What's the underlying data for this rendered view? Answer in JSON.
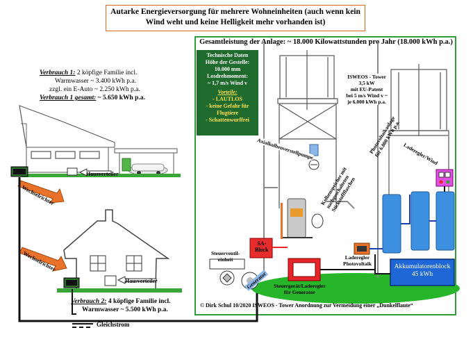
{
  "title": {
    "line1": "Autarke Energieversorgung für mehrere Wohneinheiten (auch wenn kein",
    "line2": "Wind weht und keine Helligkeit mehr vorhanden ist)"
  },
  "gesamtleistung": "Gesamtleistung der Anlage:  ~ 18.000 Kilowattstunden pro Jahr (18.000 kWh p.a.)",
  "tech": {
    "lines": [
      "Technische Daten",
      "Höhe der Gestelle:",
      "10.000 mm",
      "Losdrehmoment:",
      "~ 1,7 m/s Wind v"
    ],
    "vorteile_title": "Vorteile:",
    "vorteile": [
      "- LAUTLOS",
      "- keine Gefahr für",
      "Flugtiere",
      "- Schattenwurffrei"
    ]
  },
  "verbrauch1": {
    "label": "Verbrauch 1:",
    "text1": " 2 köpfige Familie incl.",
    "text2": "Warmwasser ~ 3.400 kWh p.a.",
    "text3": "zzgl. ein E-Auto ~ 2.250 kWh p.a.",
    "gesamt_label": "Verbrauch 1 gesamt:",
    "gesamt_value": " ~ 5.650 kWh p.a."
  },
  "verbrauch2": {
    "label": "Verbrauch 2:",
    "text1": " 4 köpfige Familie incl.",
    "text2": "Warmwasser ~ 5.500 kWh p.a."
  },
  "labels": {
    "hausverteiler1": "Hausverteiler",
    "hausverteiler2": "Hausverteiler",
    "wechselrichter1": "Wechselrichter",
    "wechselrichter2": "Wechselrichter",
    "isweos": [
      "ISWEOS - Tower",
      "3,5 kW",
      "mit EU-Patent",
      "bei 5 m/s Wind v ~",
      "je 6.000 kWh p.a."
    ],
    "axialkolben": "Axialkolbenverstellpumpe",
    "kolbenspeicher": [
      "Kolbenspeicher mit",
      "nachgeschalteten",
      "Stickstoffflaschen"
    ],
    "photovoltaik": [
      "Photovoltaikanlage",
      "für 6.000 kWh p.a."
    ],
    "laderegler_wind": "Laderegler/Wind",
    "sa_block": [
      "SA-",
      "Block"
    ],
    "steuerventil": [
      "Steuerventil-",
      "einheit"
    ],
    "generator": "Generator",
    "steuergeraet": [
      "Steuergerät/Laderegler",
      "für Generator"
    ],
    "laderegler_pv": [
      "Laderegler",
      "Photovoltaik"
    ],
    "akku": [
      "Akkumulatorenblock",
      "45 kWh"
    ],
    "copyright": "© Dirk Schul 10/2020  ISWEOS - Tower Anordnung zur Vermeidung einer „Dunkelflaute“",
    "gleichstrom": "Gleichstrom"
  },
  "colors": {
    "orange": "#e0671f",
    "green": "#2e9d3a",
    "dark_green": "#1f6b2d",
    "blue_panel": "#3d8fe0",
    "red": "#e8262a"
  }
}
